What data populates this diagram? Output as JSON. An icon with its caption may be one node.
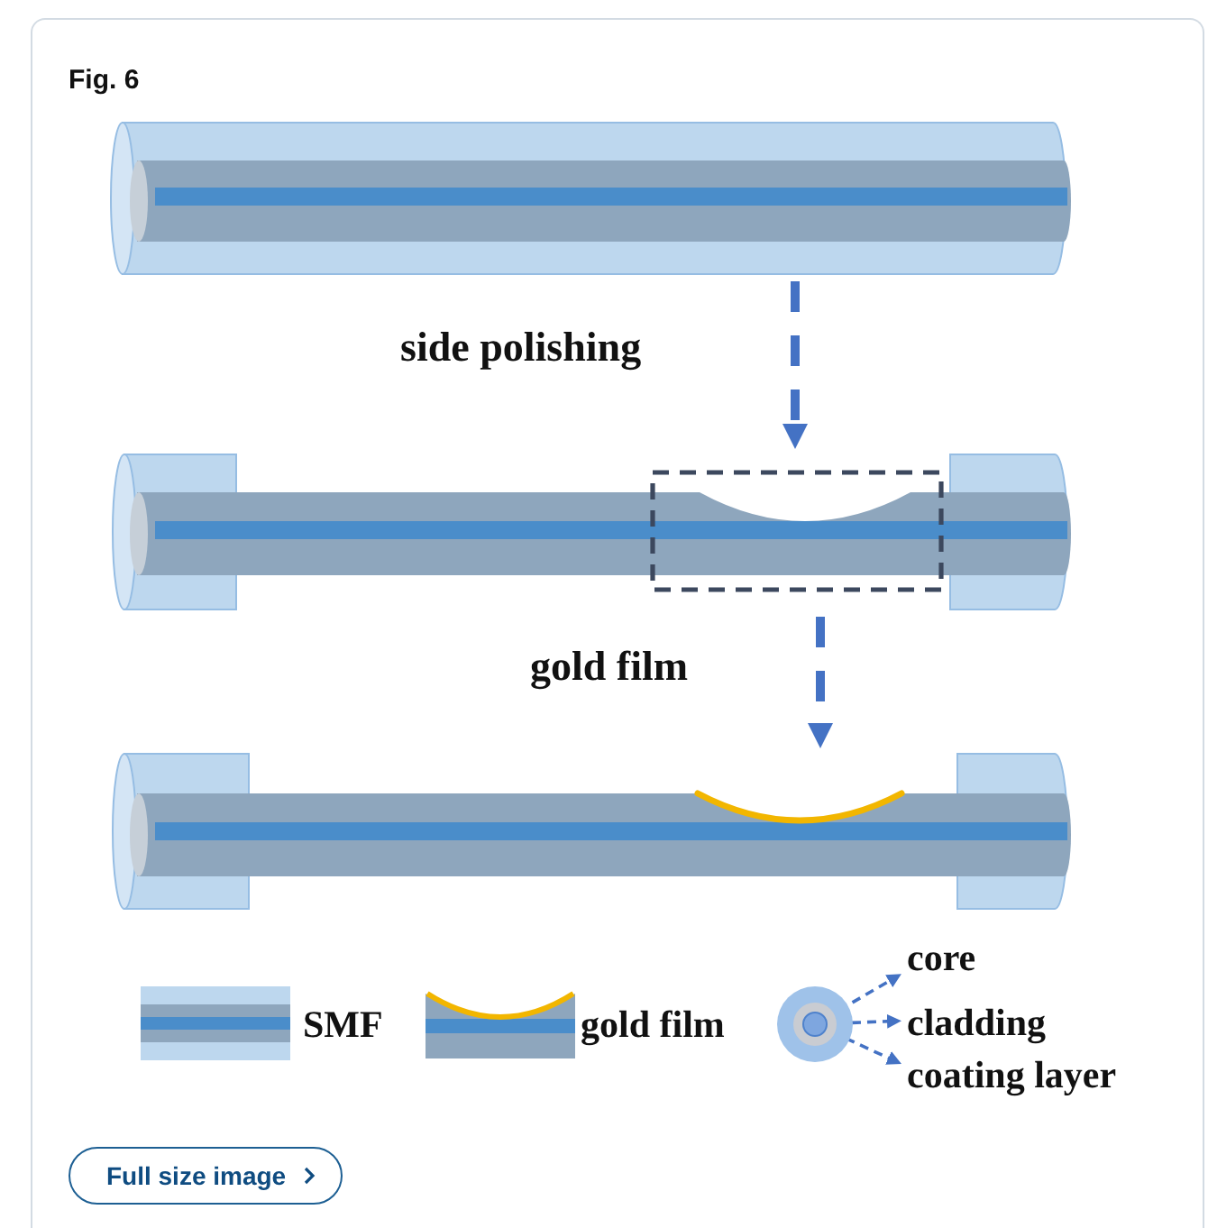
{
  "diagram": {
    "title": "Fig. 6",
    "nodes": [
      {
        "text": [],
        "shape": "picture"
      },
      {
        "text": [],
        "shape": "picture"
      },
      {
        "text": [],
        "shape": "picture"
      },
      {
        "text": [],
        "shape": "circle"
      },
      {
        "text": [],
        "shape": "circle",
        "in": 3
      },
      {
        "text": [],
        "shape": "circle",
        "in": 4
      },
      {
        "text": [
          "core"
        ]
      },
      {
        "text": [
          "cladding"
        ]
      },
      {
        "text": [
          "coating layer"
        ]
      }
    ],
    "edges": [
      {
        "from": 0,
        "to": 1,
        "arrow": "to",
        "label": "side polishing",
        "style": "dashed"
      },
      {
        "from": 1,
        "to": 2,
        "arrow": "to",
        "label": "gold film",
        "style": "dashed"
      },
      {
        "from": 5,
        "to": 6,
        "arrow": "to",
        "style": "dashed"
      },
      {
        "from": 4,
        "to": 7,
        "arrow": "to",
        "style": "dashed"
      },
      {
        "from": 3,
        "to": 8,
        "arrow": "to",
        "style": "dashed"
      }
    ],
    "labels": [
      "Full size image"
    ],
    "legend": [
      {
        "text": "SMF"
      },
      {
        "text": "gold film"
      }
    ]
  }
}
